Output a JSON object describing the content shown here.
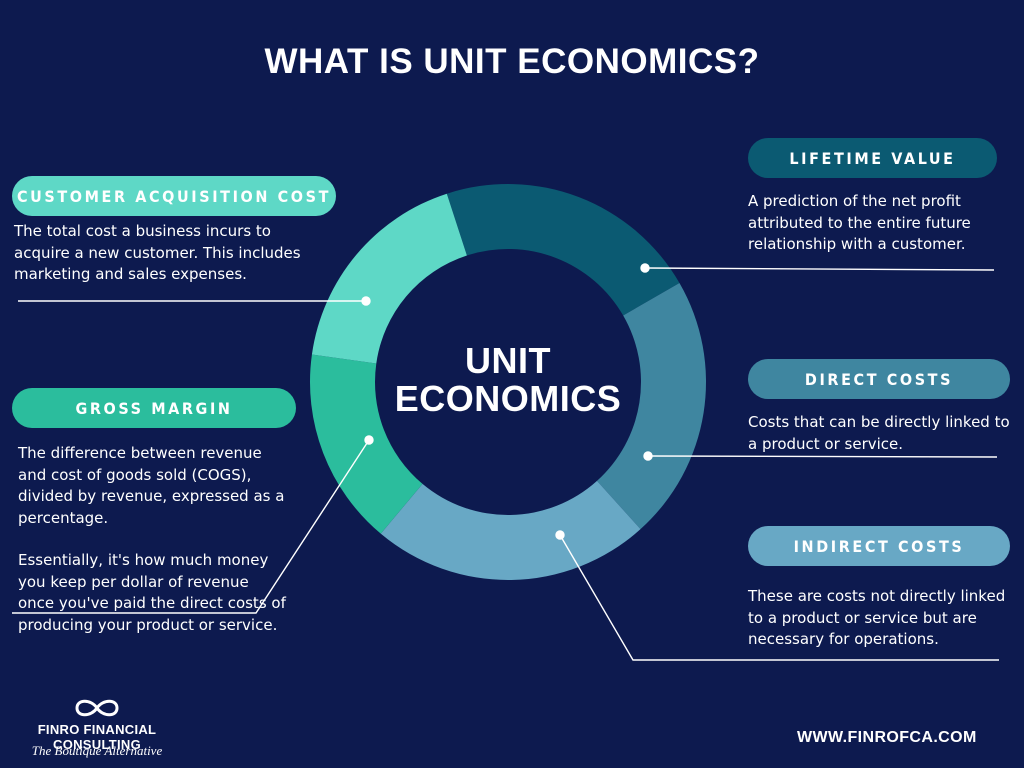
{
  "title": "WHAT IS UNIT ECONOMICS?",
  "center": {
    "line1": "UNIT",
    "line2": "ECONOMICS"
  },
  "colors": {
    "background": "#0d1a4f",
    "acquisition": "#5ed8c6",
    "gross_margin": "#2bbd9d",
    "lifetime": "#0b5a72",
    "direct": "#3f86a0",
    "indirect": "#68a8c5"
  },
  "sections": {
    "acquisition": {
      "label": "CUSTOMER ACQUISITION COST",
      "text": "The total cost a business incurs to acquire a new customer. This includes marketing and sales expenses."
    },
    "gross_margin": {
      "label": "GROSS MARGIN",
      "text1": "The difference between revenue and cost of goods sold (COGS), divided by revenue, expressed as a percentage.",
      "text2": "Essentially, it's how much money you keep per dollar of revenue once you've paid the direct costs of producing your product or service."
    },
    "lifetime": {
      "label": "LIFETIME VALUE",
      "text": "A prediction of the net profit attributed to the entire future relationship with a customer."
    },
    "direct": {
      "label": "DIRECT COSTS",
      "text": "Costs that can be directly linked to a product or service."
    },
    "indirect": {
      "label": "INDIRECT COSTS",
      "text": "These are costs not directly linked to a product or service but are necessary for operations."
    }
  },
  "footer": {
    "logo_icon": "infinity-icon",
    "brand": "FINRO FINANCIAL CONSULTING",
    "tagline": "The Boutique Alternative",
    "url": "WWW.FINROFCA.COM"
  }
}
